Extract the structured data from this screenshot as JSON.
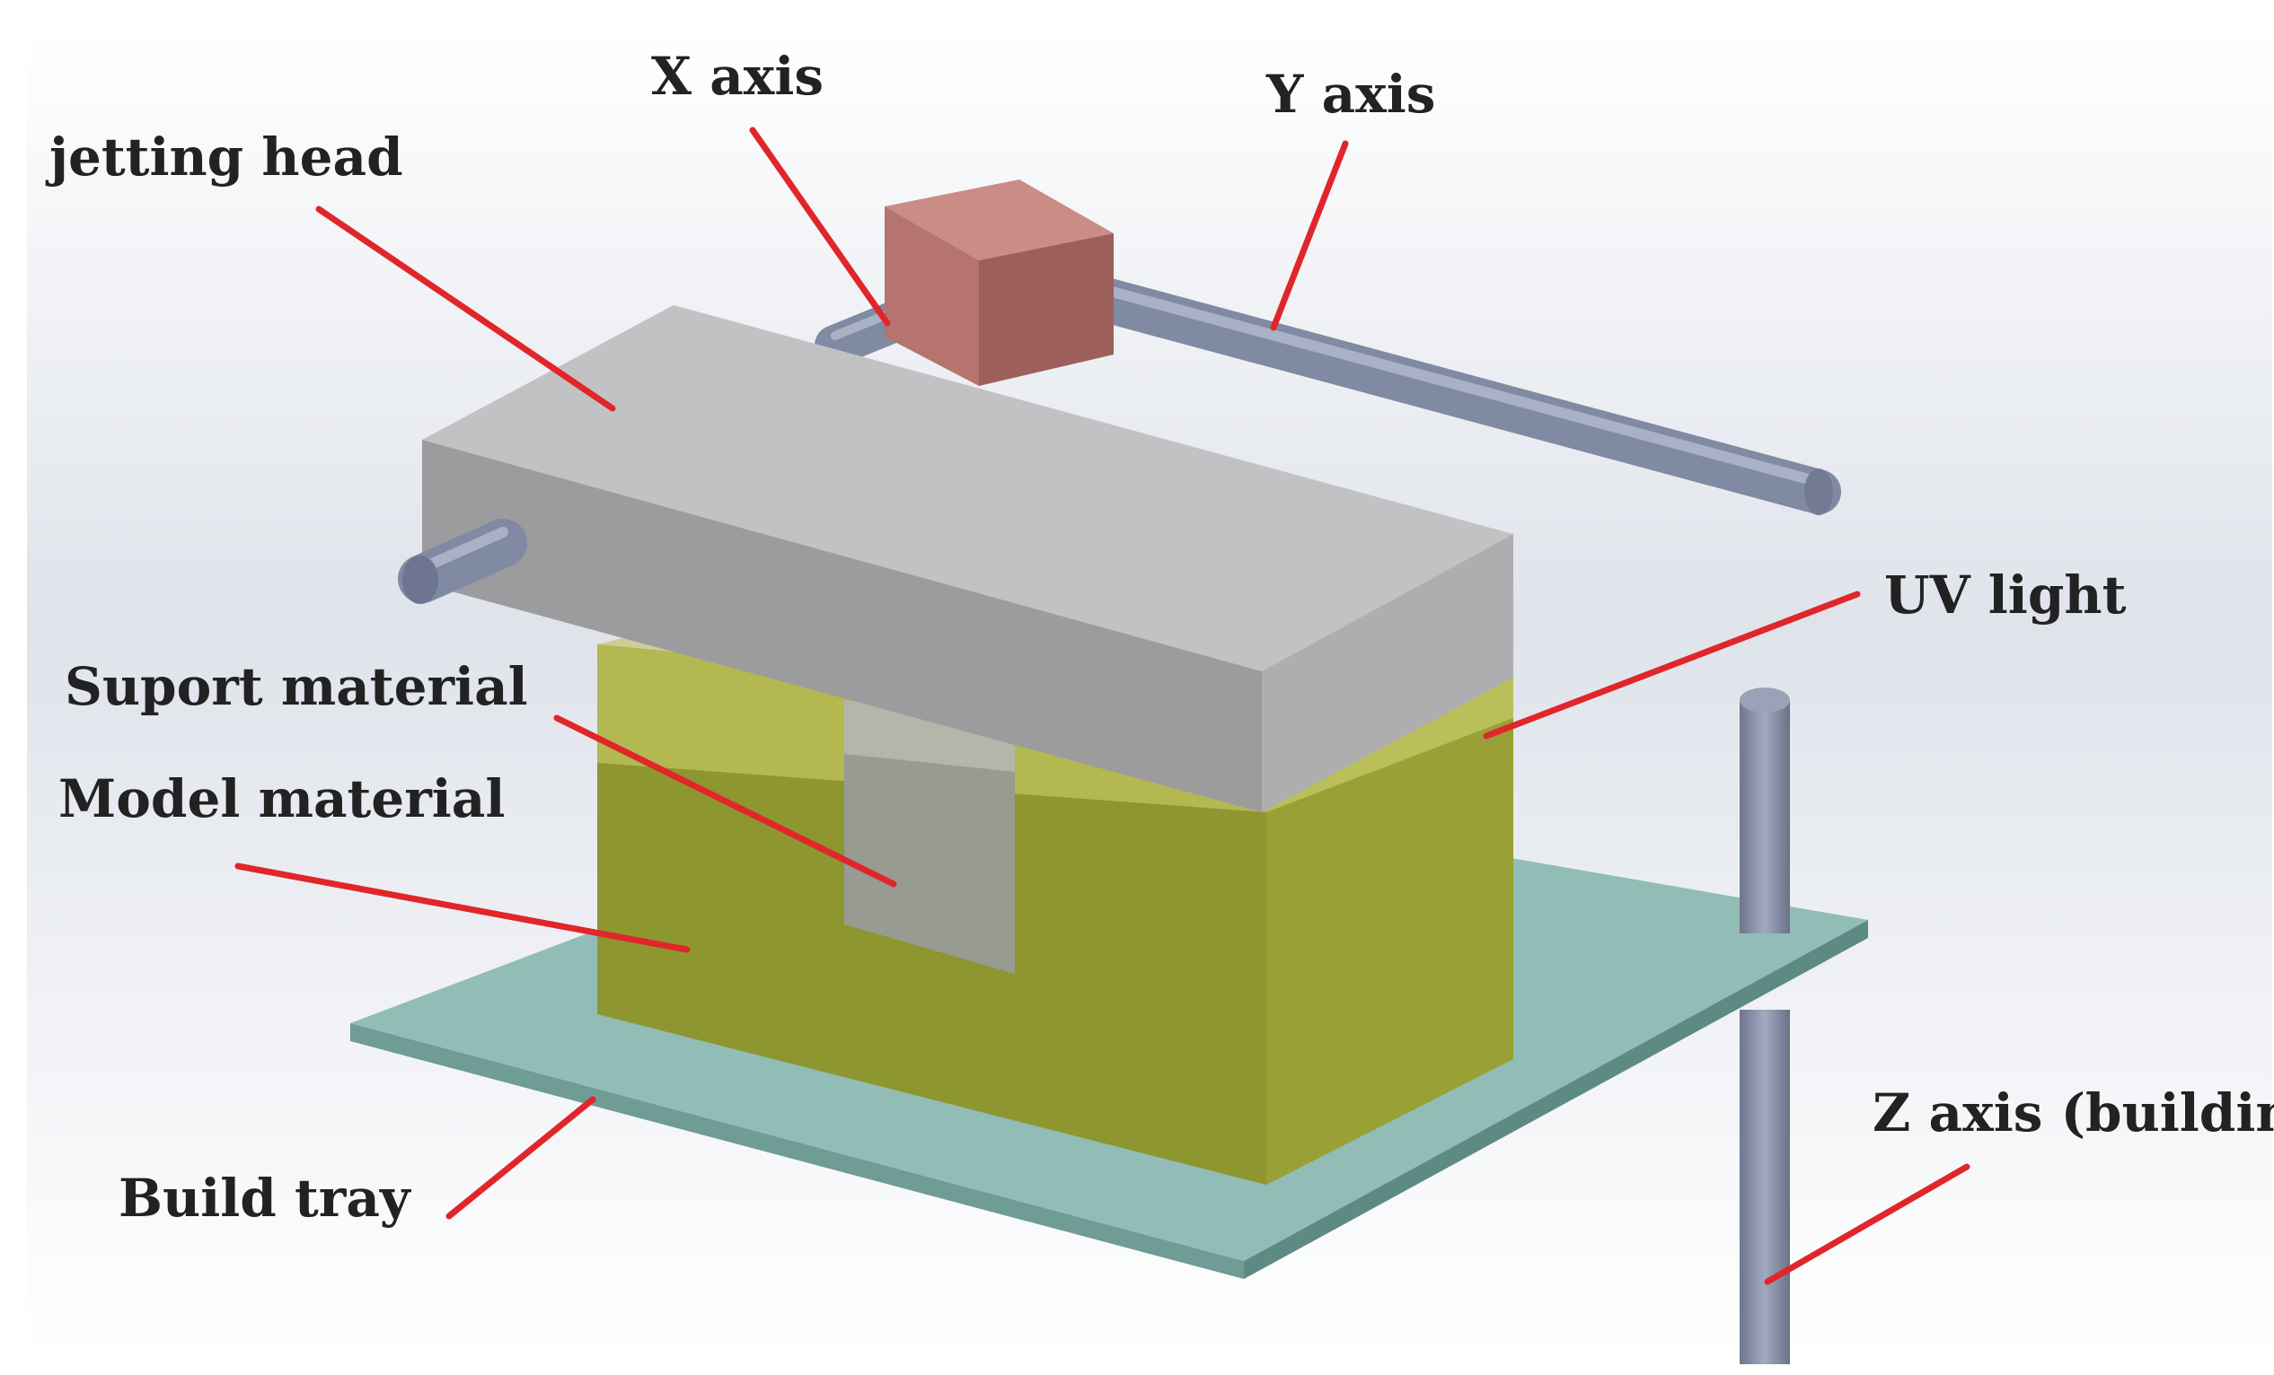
{
  "labels": {
    "x_axis": "X axis",
    "y_axis": "Y axis",
    "jetting_head": "jetting head",
    "uv_light": "UV light",
    "support_material": "Suport material",
    "model_material": "Model material",
    "build_tray": "Build tray",
    "z_axis": "Z axis (building)"
  },
  "colors": {
    "leader_line": "#e0262b",
    "jetting_head": "#b4b4b6",
    "model_material": "#8f9a2f",
    "support_material": "#9a9a9a",
    "build_tray": "#8fbcb5",
    "rods": "#8a93ab",
    "carriage_block": "#b5746e"
  }
}
